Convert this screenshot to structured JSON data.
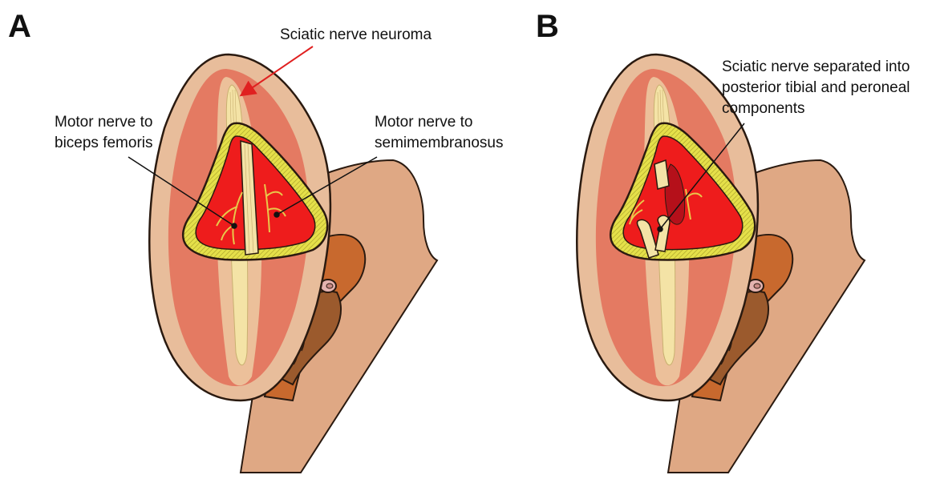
{
  "panels": [
    {
      "letter": "A",
      "labels": {
        "neuroma": "Sciatic nerve neuroma",
        "biceps_line1": "Motor nerve to",
        "biceps_line2": "biceps femoris",
        "semi_line1": "Motor nerve to",
        "semi_line2": "semimembranosus"
      }
    },
    {
      "letter": "B",
      "labels": {
        "separated_line1": "Sciatic nerve separated into",
        "separated_line2": "posterior tibial and peroneal",
        "separated_line3": "components"
      }
    }
  ],
  "colors": {
    "skin": "#e8bd9b",
    "skin_outline": "#2a1a10",
    "outer_muscle": "#e47a62",
    "inner_strip": "#ecc09a",
    "nerve": "#f4e3a6",
    "nerve_outline": "#c9b070",
    "fat_ring": "#e5e04a",
    "exposed_muscle": "#ee1c1c",
    "dark_muscle": "#b5101a",
    "buttock": "#dfa884",
    "perineum_orange": "#c8692e",
    "perineum_brown": "#9b5a2d",
    "arrow_red": "#e02020"
  }
}
